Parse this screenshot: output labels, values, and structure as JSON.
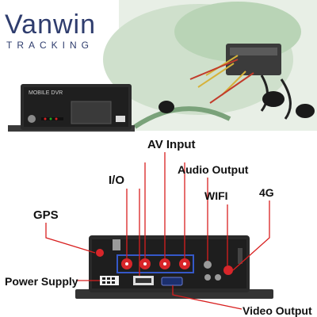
{
  "brand": {
    "name": "Vanwin",
    "tagline": "TRACKING",
    "color": "#2f3d6e"
  },
  "device": {
    "front_label": "MOBILE DVR"
  },
  "callouts": {
    "av_input": "AV Input",
    "audio_output": "Audio Output",
    "io": "I/O",
    "wifi": "WIFI",
    "four_g": "4G",
    "gps": "GPS",
    "power_supply": "Power Supply",
    "video_output": "Video Output"
  },
  "colors": {
    "callout_line": "#d81f1f",
    "port_red": "#d8262a",
    "device_body": "#2a2a2a",
    "highlight_box": "#3558c8"
  }
}
